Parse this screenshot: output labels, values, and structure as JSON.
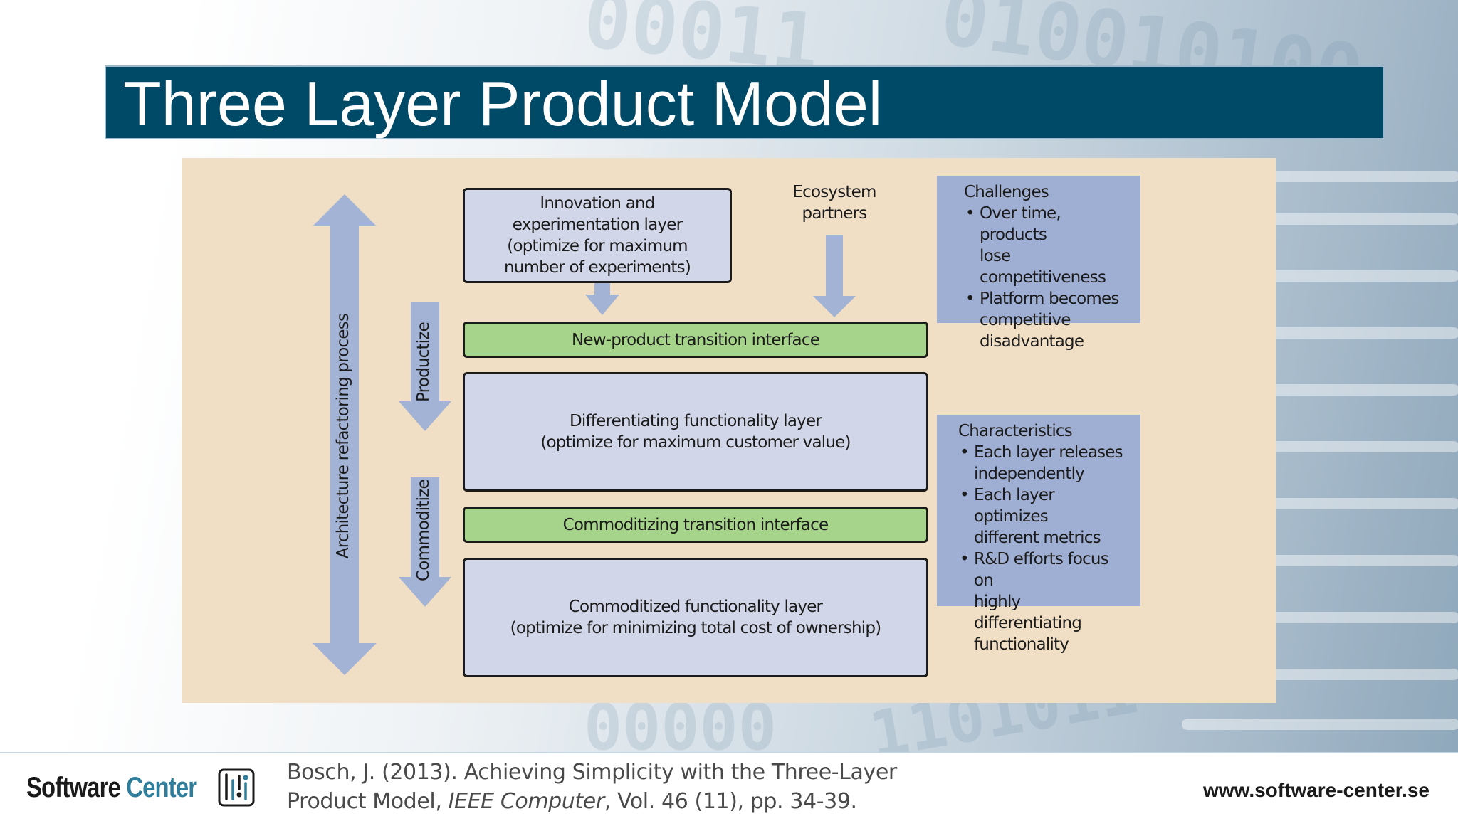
{
  "slide": {
    "title": "Three Layer Product Model"
  },
  "diagram": {
    "left_arrow_label": "Architecture refactoring process",
    "productize_label": "Productize",
    "commoditize_label": "Commoditize",
    "ecosystem_label": [
      "Ecosystem",
      "partners"
    ],
    "innovation_layer": [
      "Innovation and",
      "experimentation layer",
      "(optimize for maximum",
      "number of experiments)"
    ],
    "new_product_interface": "New-product transition interface",
    "differentiating_layer": [
      "Differentiating functionality layer",
      "(optimize for maximum customer value)"
    ],
    "commoditizing_interface": "Commoditizing transition interface",
    "commoditized_layer": [
      "Commoditized functionality layer",
      "(optimize for minimizing total cost of ownership)"
    ],
    "challenges": {
      "heading": "Challenges",
      "items": [
        [
          "Over time, products",
          "lose competitiveness"
        ],
        [
          "Platform becomes",
          "competitive",
          "disadvantage"
        ]
      ]
    },
    "characteristics": {
      "heading": "Characteristics",
      "items": [
        [
          "Each layer releases",
          "independently"
        ],
        [
          "Each layer optimizes",
          "different metrics"
        ],
        [
          "R&D efforts focus on",
          "highly differentiating",
          "functionality"
        ]
      ]
    },
    "colors": {
      "background": "#f0dfc4",
      "layer_box": "#d1d6e8",
      "interface_box": "#a5d48a",
      "side_panel": "#9fafd3",
      "arrow": "#a3b3d5"
    }
  },
  "footer": {
    "logo_word1": "Software",
    "logo_word2": "Center",
    "citation_line1": "Bosch, J. (2013). Achieving Simplicity with the Three-Layer",
    "citation_pre": "Product Model, ",
    "citation_journal": "IEEE Computer",
    "citation_post": ", Vol. 46 (11), pp. 34-39.",
    "url": "www.software-center.se"
  }
}
